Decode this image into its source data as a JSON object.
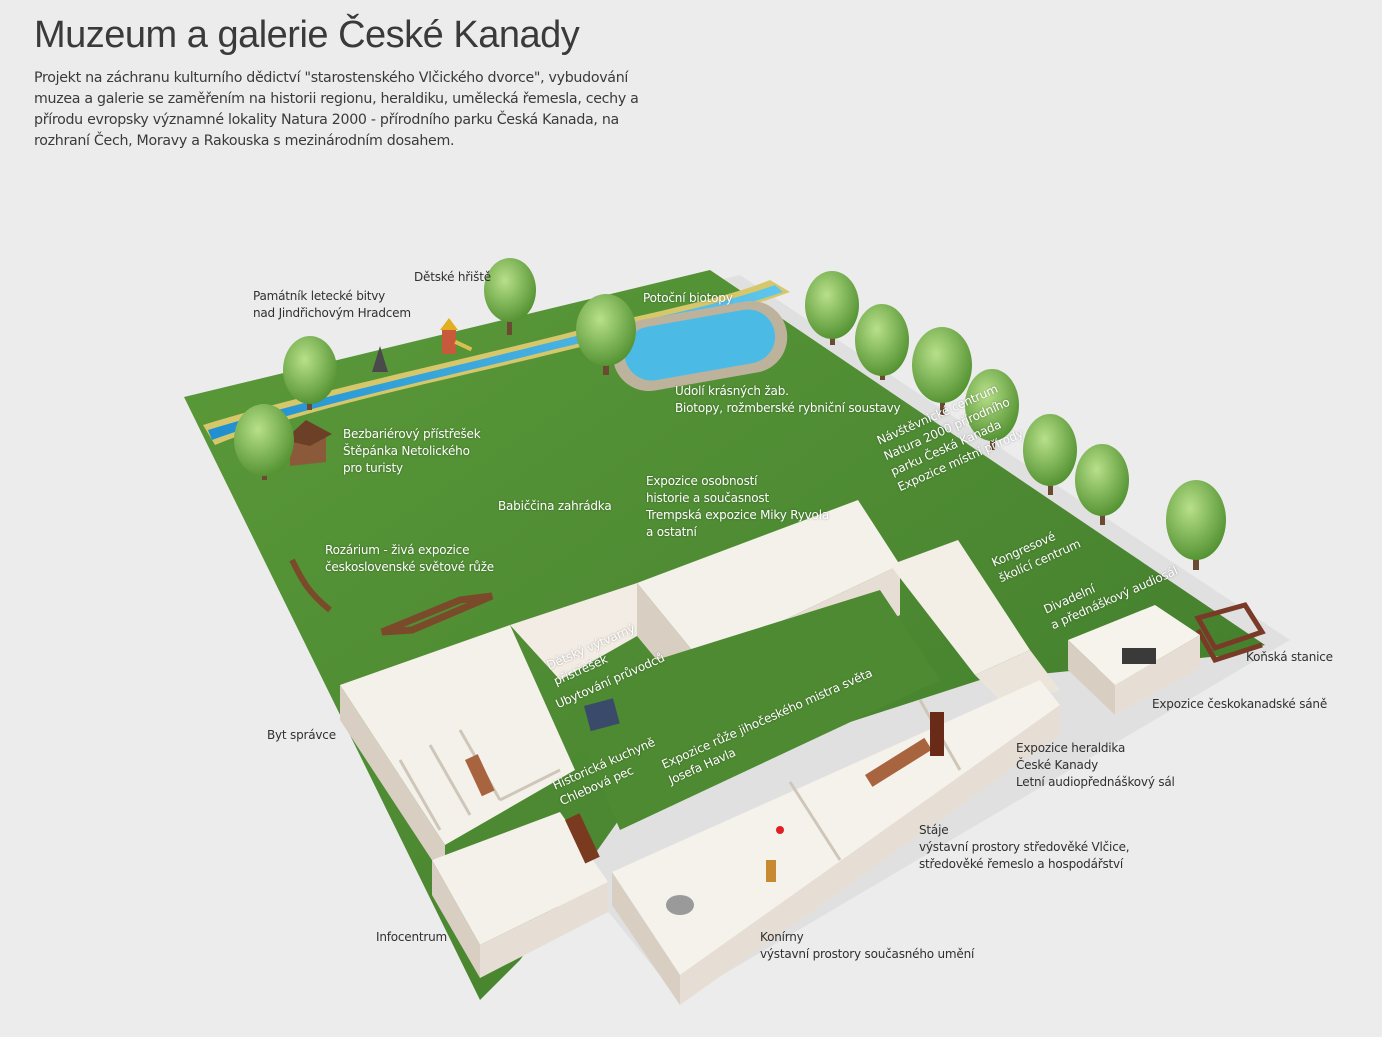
{
  "title": "Muzeum a galerie České Kanady",
  "intro": "Projekt na záchranu kulturního dědictví \"starostenského Vlčického dvorce\", vybudování muzea a galerie se zaměřením na historii regionu, heraldiku, umělecká řemesla, cechy a přírodu evropsky významné lokality Natura 2000 - přírodního parku Česká Kanada, na rozhraní Čech, Moravy a Rakouska s mezinárodním dosahem.",
  "labels": {
    "pamatnik": "Památník letecké bitvy\nnad Jindřichovým Hradcem",
    "detske_hriste": "Dětské hřiště",
    "potocni_biotopy": "Potoční biotopy",
    "udoli": "Udolí krásných žab.\nBiotopy, rožmberské rybniční soustavy",
    "bezbarierovy": "Bezbariérový přístřešek\nŠtěpánka Netolického\npro turisty",
    "babicina": "Babiččina zahrádka",
    "expozice_osobnosti": "Expozice osobností\nhistorie a současnost\nTrempská expozice Miky Ryvola\na ostatní",
    "navstevnicke": "Návštěvnické centrum\nNatura 2000 přírodního\nparku Česká Kanada\nExpozice místní přírody",
    "rozarium": "Rozárium - živá expozice\nčeskoslovenské světové růže",
    "kongresove": "Kongresové\nškolící centrum",
    "divadelni": "Divadelní\na přednáškový audiosál",
    "detsky_vytvarny": "Dětský výtvarný\npřístřešek",
    "konska_stanice": "Koňská stanice",
    "ubytovani": "Ubytování průvodců",
    "expozice_sane": "Expozice českokanadské sáně",
    "byt_spravce": "Byt správce",
    "expozice_ruze": "Expozice růže jihočeského mistra světa\nJosefa Havla",
    "historicka_kuchyne": "Historická kuchyně\nChlebová pec",
    "expozice_heraldika": "Expozice heraldika\nČeské Kanady\nLetní audiopřednáškový sál",
    "staje": "Stáje\nvýstavní prostory středověké Vlčice,\nstředověké řemeslo a hospodářství",
    "infocentrum": "Infocentrum",
    "konirny": "Konírny\nvýstavní prostory současného umění"
  },
  "colors": {
    "background": "#ececec",
    "lawn": "#4e8a32",
    "water": "#3aa8d8",
    "walls": "#efe8e0",
    "text_dark": "#303030",
    "text_light": "#ffffff"
  }
}
